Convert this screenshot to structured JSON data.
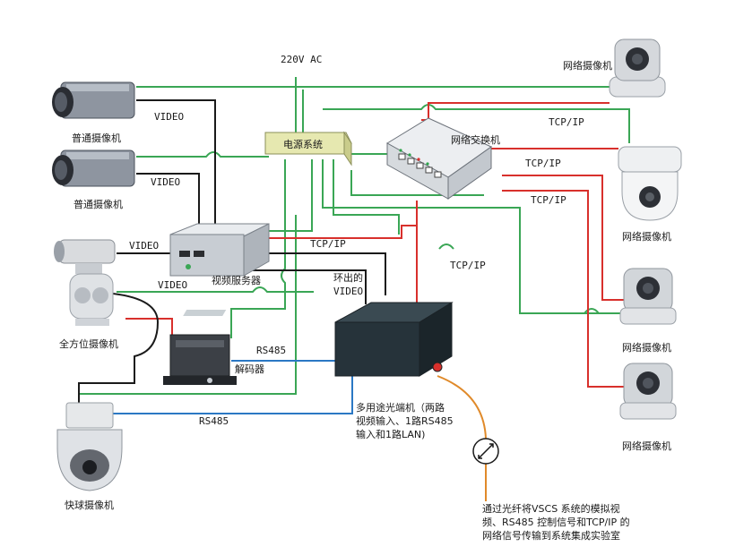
{
  "colors": {
    "green": "#3aa655",
    "red": "#d8302c",
    "black": "#1a1a1a",
    "blue": "#2b78c4",
    "orange": "#e08a2a"
  },
  "labels": {
    "power_input": "220V AC",
    "power_supply": "电源系统",
    "network_switch": "网络交换机",
    "video_server": "视频服务器",
    "decoder": "解码器",
    "fiber_transceiver": [
      "多用途光端机（两路",
      "视频输入、1路RS485",
      "输入和1路LAN)"
    ],
    "fiber_note": [
      "通过光纤将VSCS 系统的模拟视",
      "频、RS485 控制信号和TCP/IP 的",
      "网络信号传输到系统集成实验室"
    ],
    "cam_box_1": "普通摄像机",
    "cam_box_2": "普通摄像机",
    "cam_ptz": "全方位摄像机",
    "cam_dome": "快球摄像机",
    "ipcam_1": "网络摄像机",
    "ipcam_2": "网络摄像机",
    "ipcam_3": "网络摄像机",
    "ipcam_4": "网络摄像机",
    "video_1": "VIDEO",
    "video_2": "VIDEO",
    "video_3": "VIDEO",
    "video_4": "VIDEO",
    "loop_video": [
      "环出的",
      "VIDEO"
    ],
    "tcpip_1": "TCP/IP",
    "tcpip_2": "TCP/IP",
    "tcpip_3": "TCP/IP",
    "tcpip_4": "TCP/IP",
    "tcpip_5": "TCP/IP",
    "rs485_1": "RS485",
    "rs485_2": "RS485"
  }
}
